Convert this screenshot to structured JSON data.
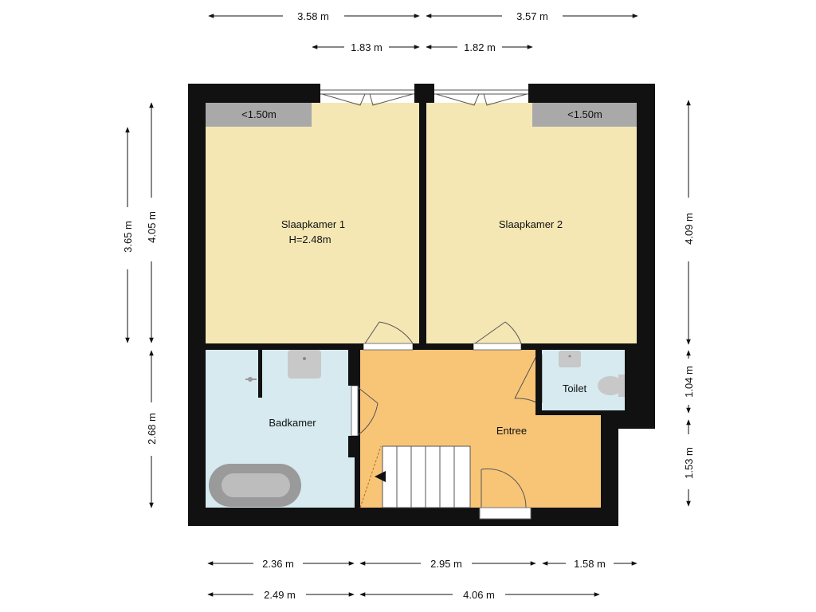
{
  "rooms": {
    "slaapkamer1": "Slaapkamer 1",
    "slaapkamer1_height": "H=2.48m",
    "slaapkamer2": "Slaapkamer 2",
    "badkamer": "Badkamer",
    "entree": "Entree",
    "toilet": "Toilet"
  },
  "low_ceiling": {
    "left": "<1.50m",
    "right": "<1.50m"
  },
  "dimensions": {
    "top_left": "3.58 m",
    "top_right": "3.57 m",
    "window_left": "1.83 m",
    "window_right": "1.82 m",
    "left_outer_upper": "3.65 m",
    "left_upper": "4.05 m",
    "left_lower": "2.68 m",
    "right_upper": "4.09 m",
    "right_middle": "1.04 m",
    "right_lower": "1.53 m",
    "bottom_a": "2.36 m",
    "bottom_b": "2.95 m",
    "bottom_c": "1.58 m",
    "bottom_total_left": "2.49 m",
    "bottom_total_right": "4.06 m"
  },
  "colors": {
    "wall": "#111111",
    "bedroom": "#f4e7b4",
    "bathroom": "#d6eaf0",
    "entree": "#f8c577",
    "low_ceiling": "#a9a9a9",
    "stairs": "#ffffff"
  }
}
